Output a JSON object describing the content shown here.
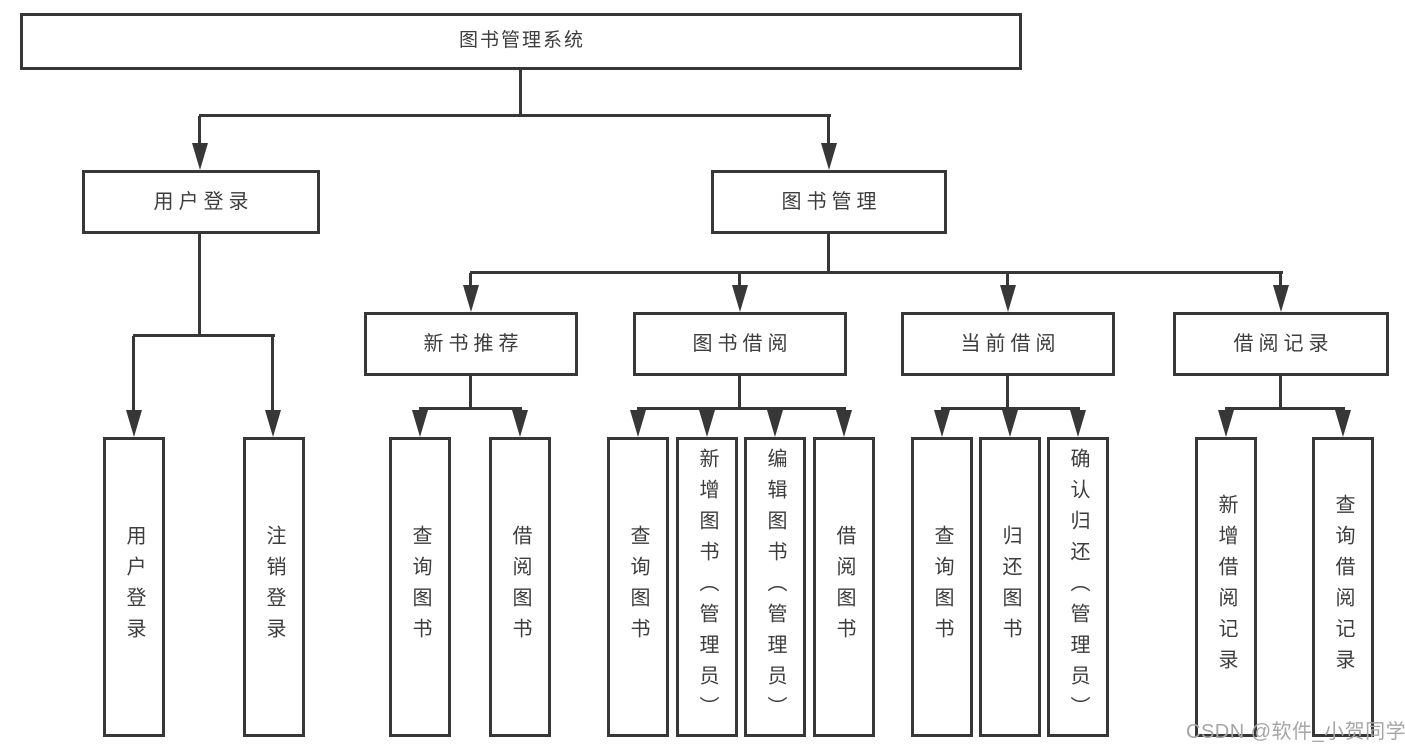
{
  "diagram": {
    "title": "图书管理系统",
    "tree": {
      "label": "图书管理系统",
      "children": [
        {
          "label": "用户登录",
          "children": [
            {
              "label": "用户登录"
            },
            {
              "label": "注销登录"
            }
          ]
        },
        {
          "label": "图书管理",
          "children": [
            {
              "label": "新书推荐",
              "children": [
                {
                  "label": "查询图书"
                },
                {
                  "label": "借阅图书"
                }
              ]
            },
            {
              "label": "图书借阅",
              "children": [
                {
                  "label": "查询图书"
                },
                {
                  "label": "新增图书（管理员）"
                },
                {
                  "label": "编辑图书（管理员）"
                },
                {
                  "label": "借阅图书"
                }
              ]
            },
            {
              "label": "当前借阅",
              "children": [
                {
                  "label": "查询图书"
                },
                {
                  "label": "归还图书"
                },
                {
                  "label": "确认归还（管理员）"
                }
              ]
            },
            {
              "label": "借阅记录",
              "children": [
                {
                  "label": "新增借阅记录"
                },
                {
                  "label": "查询借阅记录"
                }
              ]
            }
          ]
        }
      ]
    }
  },
  "watermark": {
    "text": "CSDN @软件_小贺同学",
    "color": "#a6a6a6"
  },
  "colors": {
    "background": "#ffffff",
    "line": "#373737",
    "node_fill": "#ffffff",
    "node_text": "#3d3d3d"
  }
}
